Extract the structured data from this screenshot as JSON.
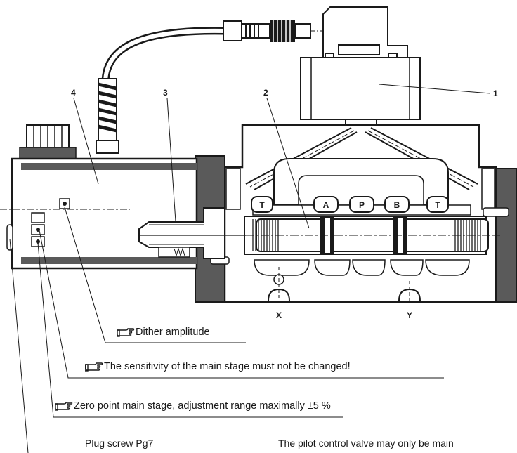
{
  "callouts": {
    "n1": "1",
    "n2": "2",
    "n3": "3",
    "n4": "4"
  },
  "ports": {
    "t_left": "T",
    "a": "A",
    "p": "P",
    "b": "B",
    "t_right": "T",
    "x": "X",
    "y": "Y"
  },
  "notes": {
    "dither": "Dither amplitude",
    "sensitivity": "The sensitivity of the main stage must not be changed!",
    "zero_point": "Zero point main stage, adjustment range maximally ±5 %",
    "plug_screw": "Plug screw Pg7",
    "pilot": "The pilot control valve may only be main"
  },
  "icons": {
    "pointer": "pointing-hand-icon"
  },
  "colors": {
    "ink": "#1a1a1a",
    "housing": "#5a5a5a",
    "body_fill": "#ffffff"
  }
}
